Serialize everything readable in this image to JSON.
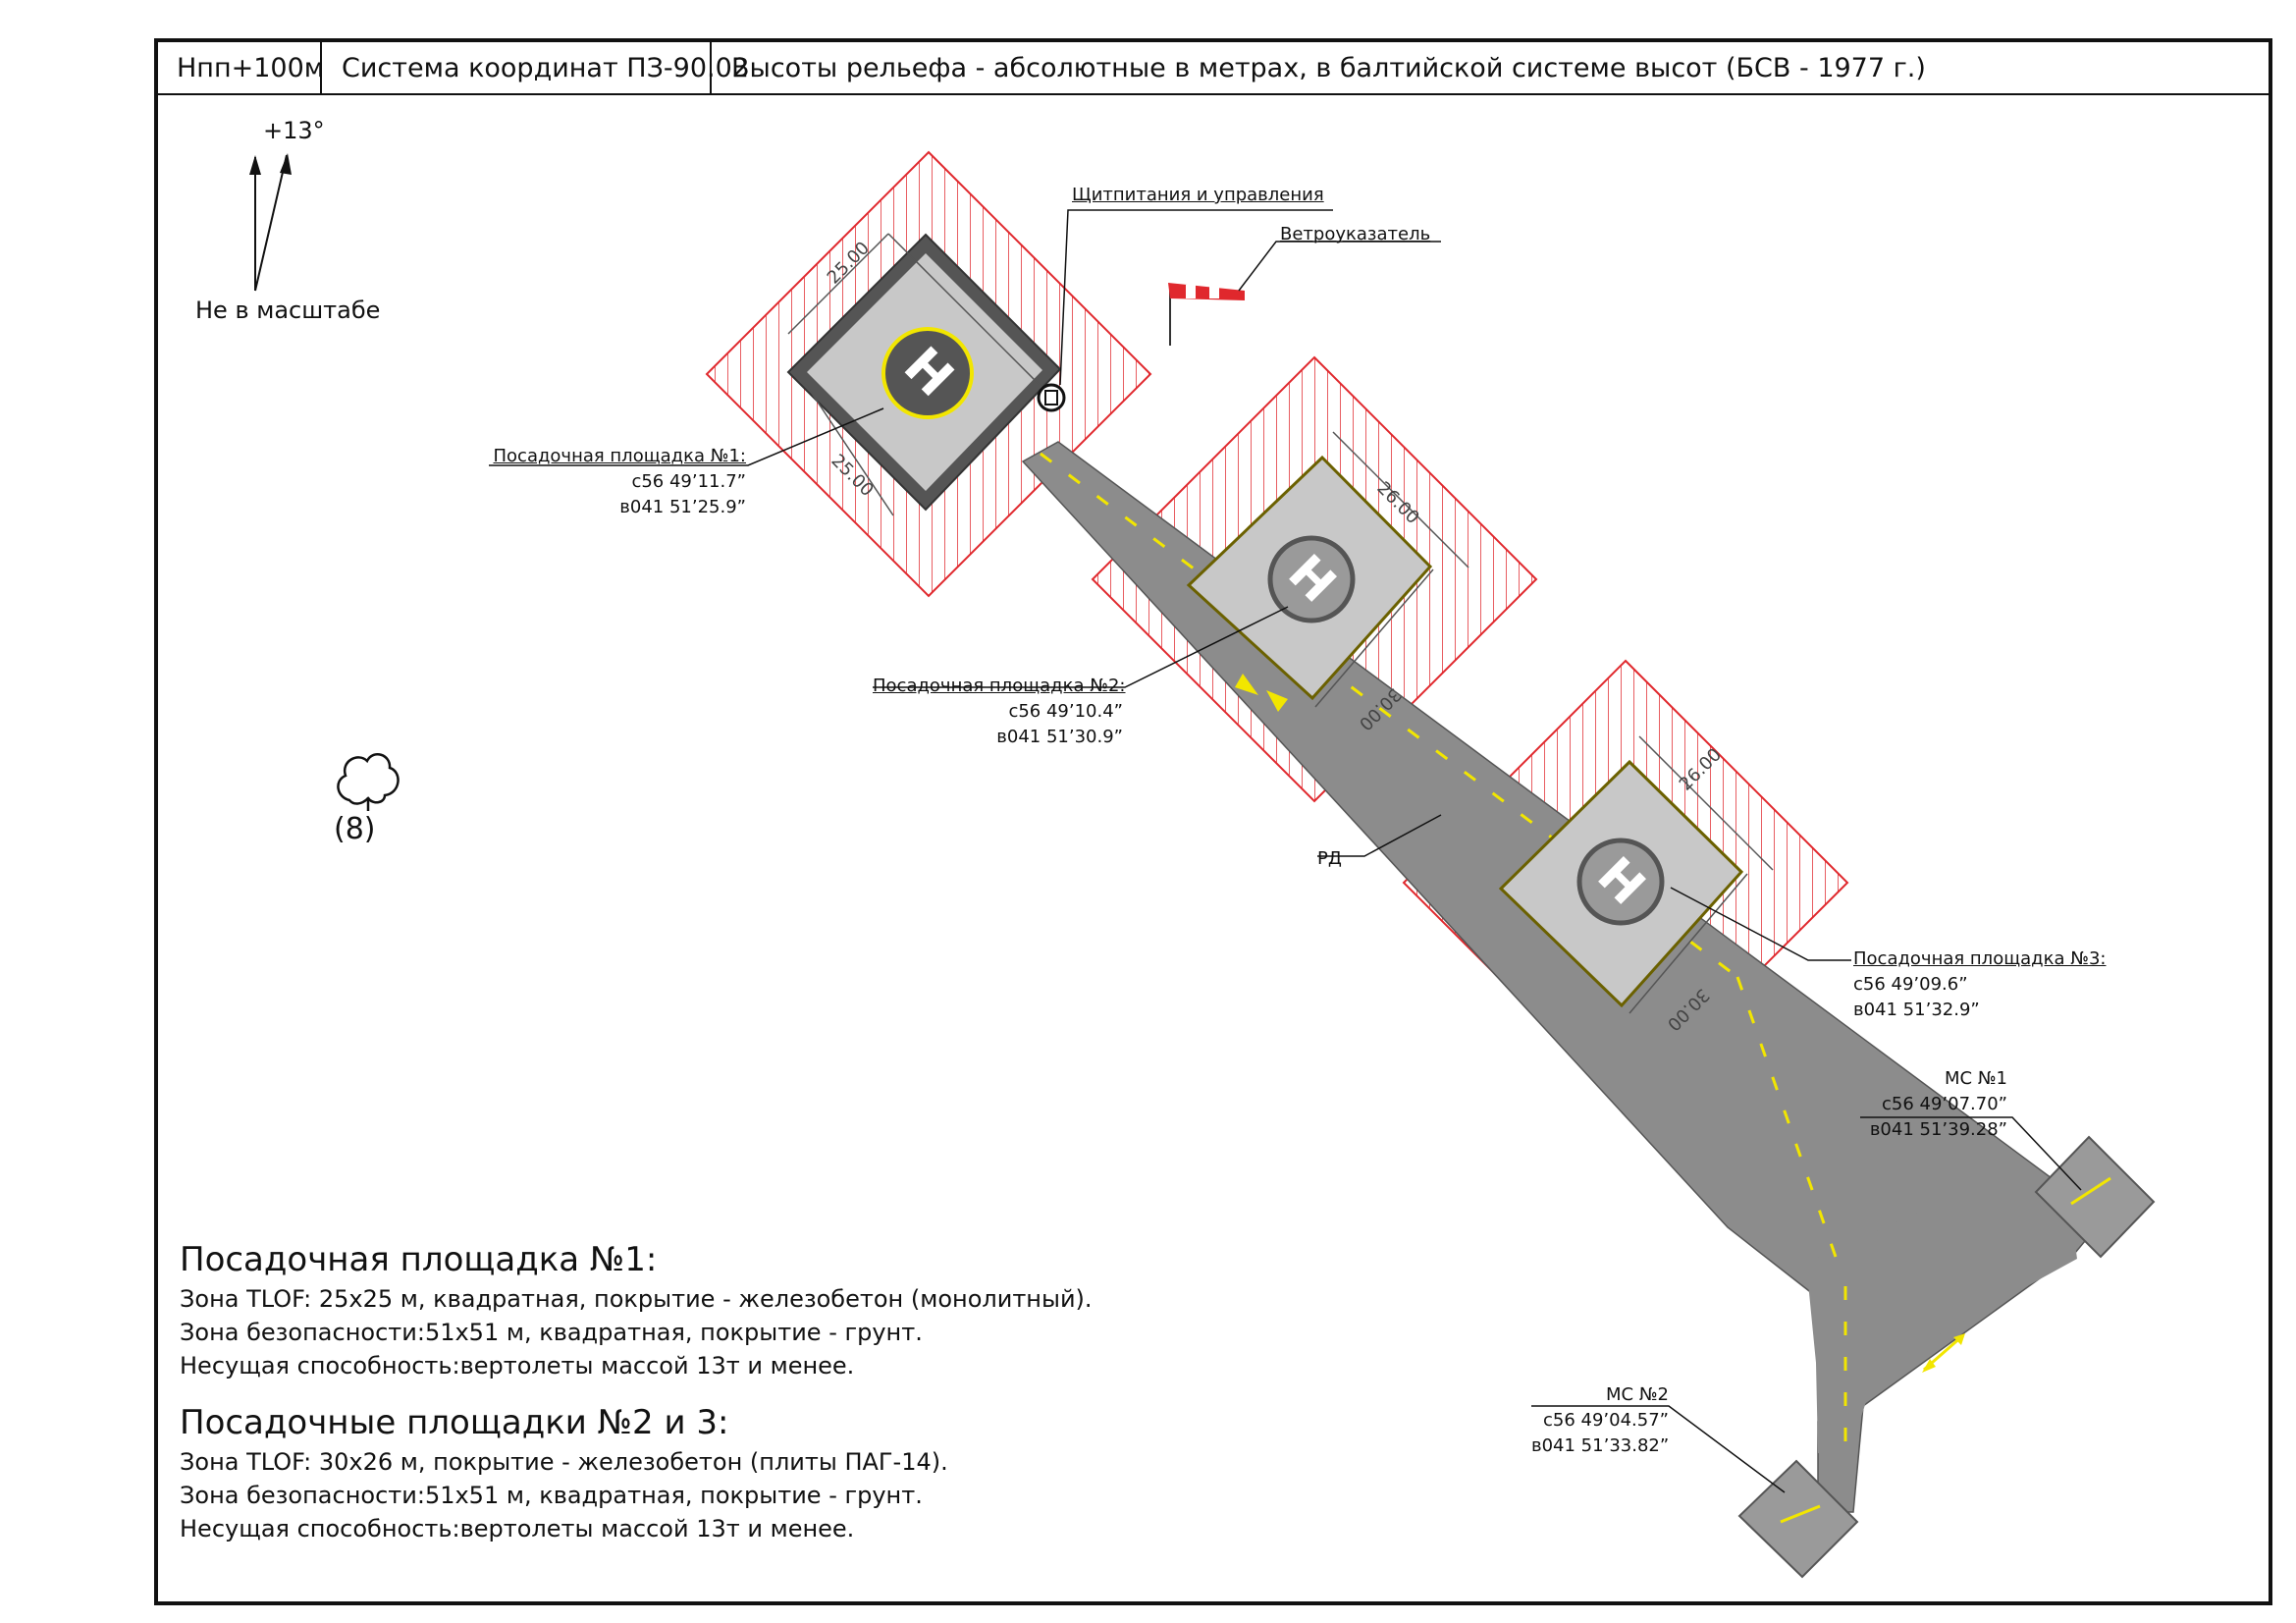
{
  "header": {
    "altitude": "Нпп+100м",
    "coord_system": "Система координат ПЗ-90.02",
    "heights_note": "Высоты рельефа - абсолютные  в метрах, в балтийской системе высот (БСВ - 1977 г.)"
  },
  "north": {
    "angle": "+13°",
    "scale_note": "Не в масштабе"
  },
  "tree": {
    "label": "(8)"
  },
  "windsock": {
    "label": "Ветроуказатель"
  },
  "panel": {
    "label": "Щитпитания и управления"
  },
  "taxiway": {
    "label": "РД"
  },
  "pads": [
    {
      "title": "Посадочная площадка №1:",
      "lat": "с56  49’11.7”",
      "lon": "в041 51’25.9”",
      "dim_a": "25.00",
      "dim_b": "25.00",
      "symbol": "H"
    },
    {
      "title": "Посадочная площадка №2:",
      "lat": "с56  49’10.4”",
      "lon": "в041 51’30.9”",
      "dim_a": "26.00",
      "dim_b": "30.00",
      "symbol": "H"
    },
    {
      "title": "Посадочная площадка №3:",
      "lat": "с56  49’09.6”",
      "lon": "в041 51’32.9”",
      "dim_a": "26.00",
      "dim_b": "30.00",
      "symbol": "H"
    }
  ],
  "stands": [
    {
      "title": "МС №1",
      "lat": "с56  49’07.70”",
      "lon": "в041 51’39.28”"
    },
    {
      "title": "МС №2",
      "lat": "с56  49’04.57”",
      "lon": "в041 51’33.82”"
    }
  ],
  "notes": {
    "pad1": {
      "heading": "Посадочная площадка №1:",
      "lines": [
        "Зона TLOF: 25х25 м, квадратная, покрытие - железобетон (монолитный).",
        "Зона безопасности:51х51 м, квадратная, покрытие - грунт.",
        "Несущая способность:вертолеты массой 13т и менее."
      ]
    },
    "pad23": {
      "heading": "Посадочные площадки №2 и 3:",
      "lines": [
        "Зона TLOF: 30х26 м, покрытие - железобетон (плиты ПАГ-14).",
        "Зона безопасности:51х51 м, квадратная, покрытие - грунт.",
        "Несущая способность:вертолеты массой 13т и менее."
      ]
    }
  },
  "colors": {
    "frame": "#111111",
    "safety_zone": "#e0282d",
    "taxiway": "#8c8c8c",
    "pad": "#c8c8c8",
    "pad1_border": "#555555",
    "marking": "#f2e600",
    "stand": "#9a9a9a"
  }
}
